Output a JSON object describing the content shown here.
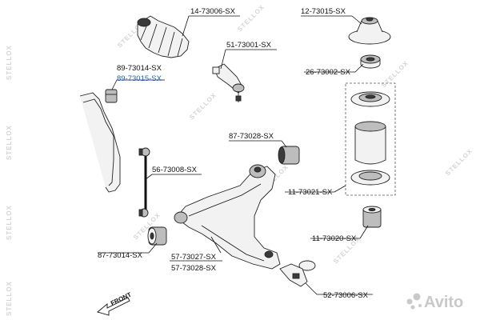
{
  "watermark": {
    "brand": "STELLOX",
    "dots_brand": "Avito"
  },
  "front_label": "FRONT",
  "parts": [
    {
      "id": "boot",
      "code": "14-73006-SX",
      "highlight": false
    },
    {
      "id": "tie-rod-end",
      "code": "51-73001-SX",
      "highlight": false
    },
    {
      "id": "strut-mount",
      "code": "12-73015-SX",
      "highlight": false
    },
    {
      "id": "bearing",
      "code": "26-73002-SX",
      "highlight": false
    },
    {
      "id": "stab-bushing-a",
      "code": "89-73014-SX",
      "highlight": false
    },
    {
      "id": "stab-bushing-b",
      "code": "89-73015-SX",
      "highlight": true
    },
    {
      "id": "rear-bushing",
      "code": "87-73028-SX",
      "highlight": false
    },
    {
      "id": "stab-link",
      "code": "56-73008-SX",
      "highlight": false
    },
    {
      "id": "strut-kit",
      "code": "11-73021-SX",
      "highlight": false
    },
    {
      "id": "arm-bushing",
      "code": "11-73020-SX",
      "highlight": false
    },
    {
      "id": "front-bushing",
      "code": "87-73014-SX",
      "highlight": false
    },
    {
      "id": "arm-left",
      "code": "57-73027-SX",
      "highlight": false
    },
    {
      "id": "arm-right",
      "code": "57-73028-SX",
      "highlight": false
    },
    {
      "id": "ball-joint",
      "code": "52-73006-SX",
      "highlight": false
    }
  ]
}
